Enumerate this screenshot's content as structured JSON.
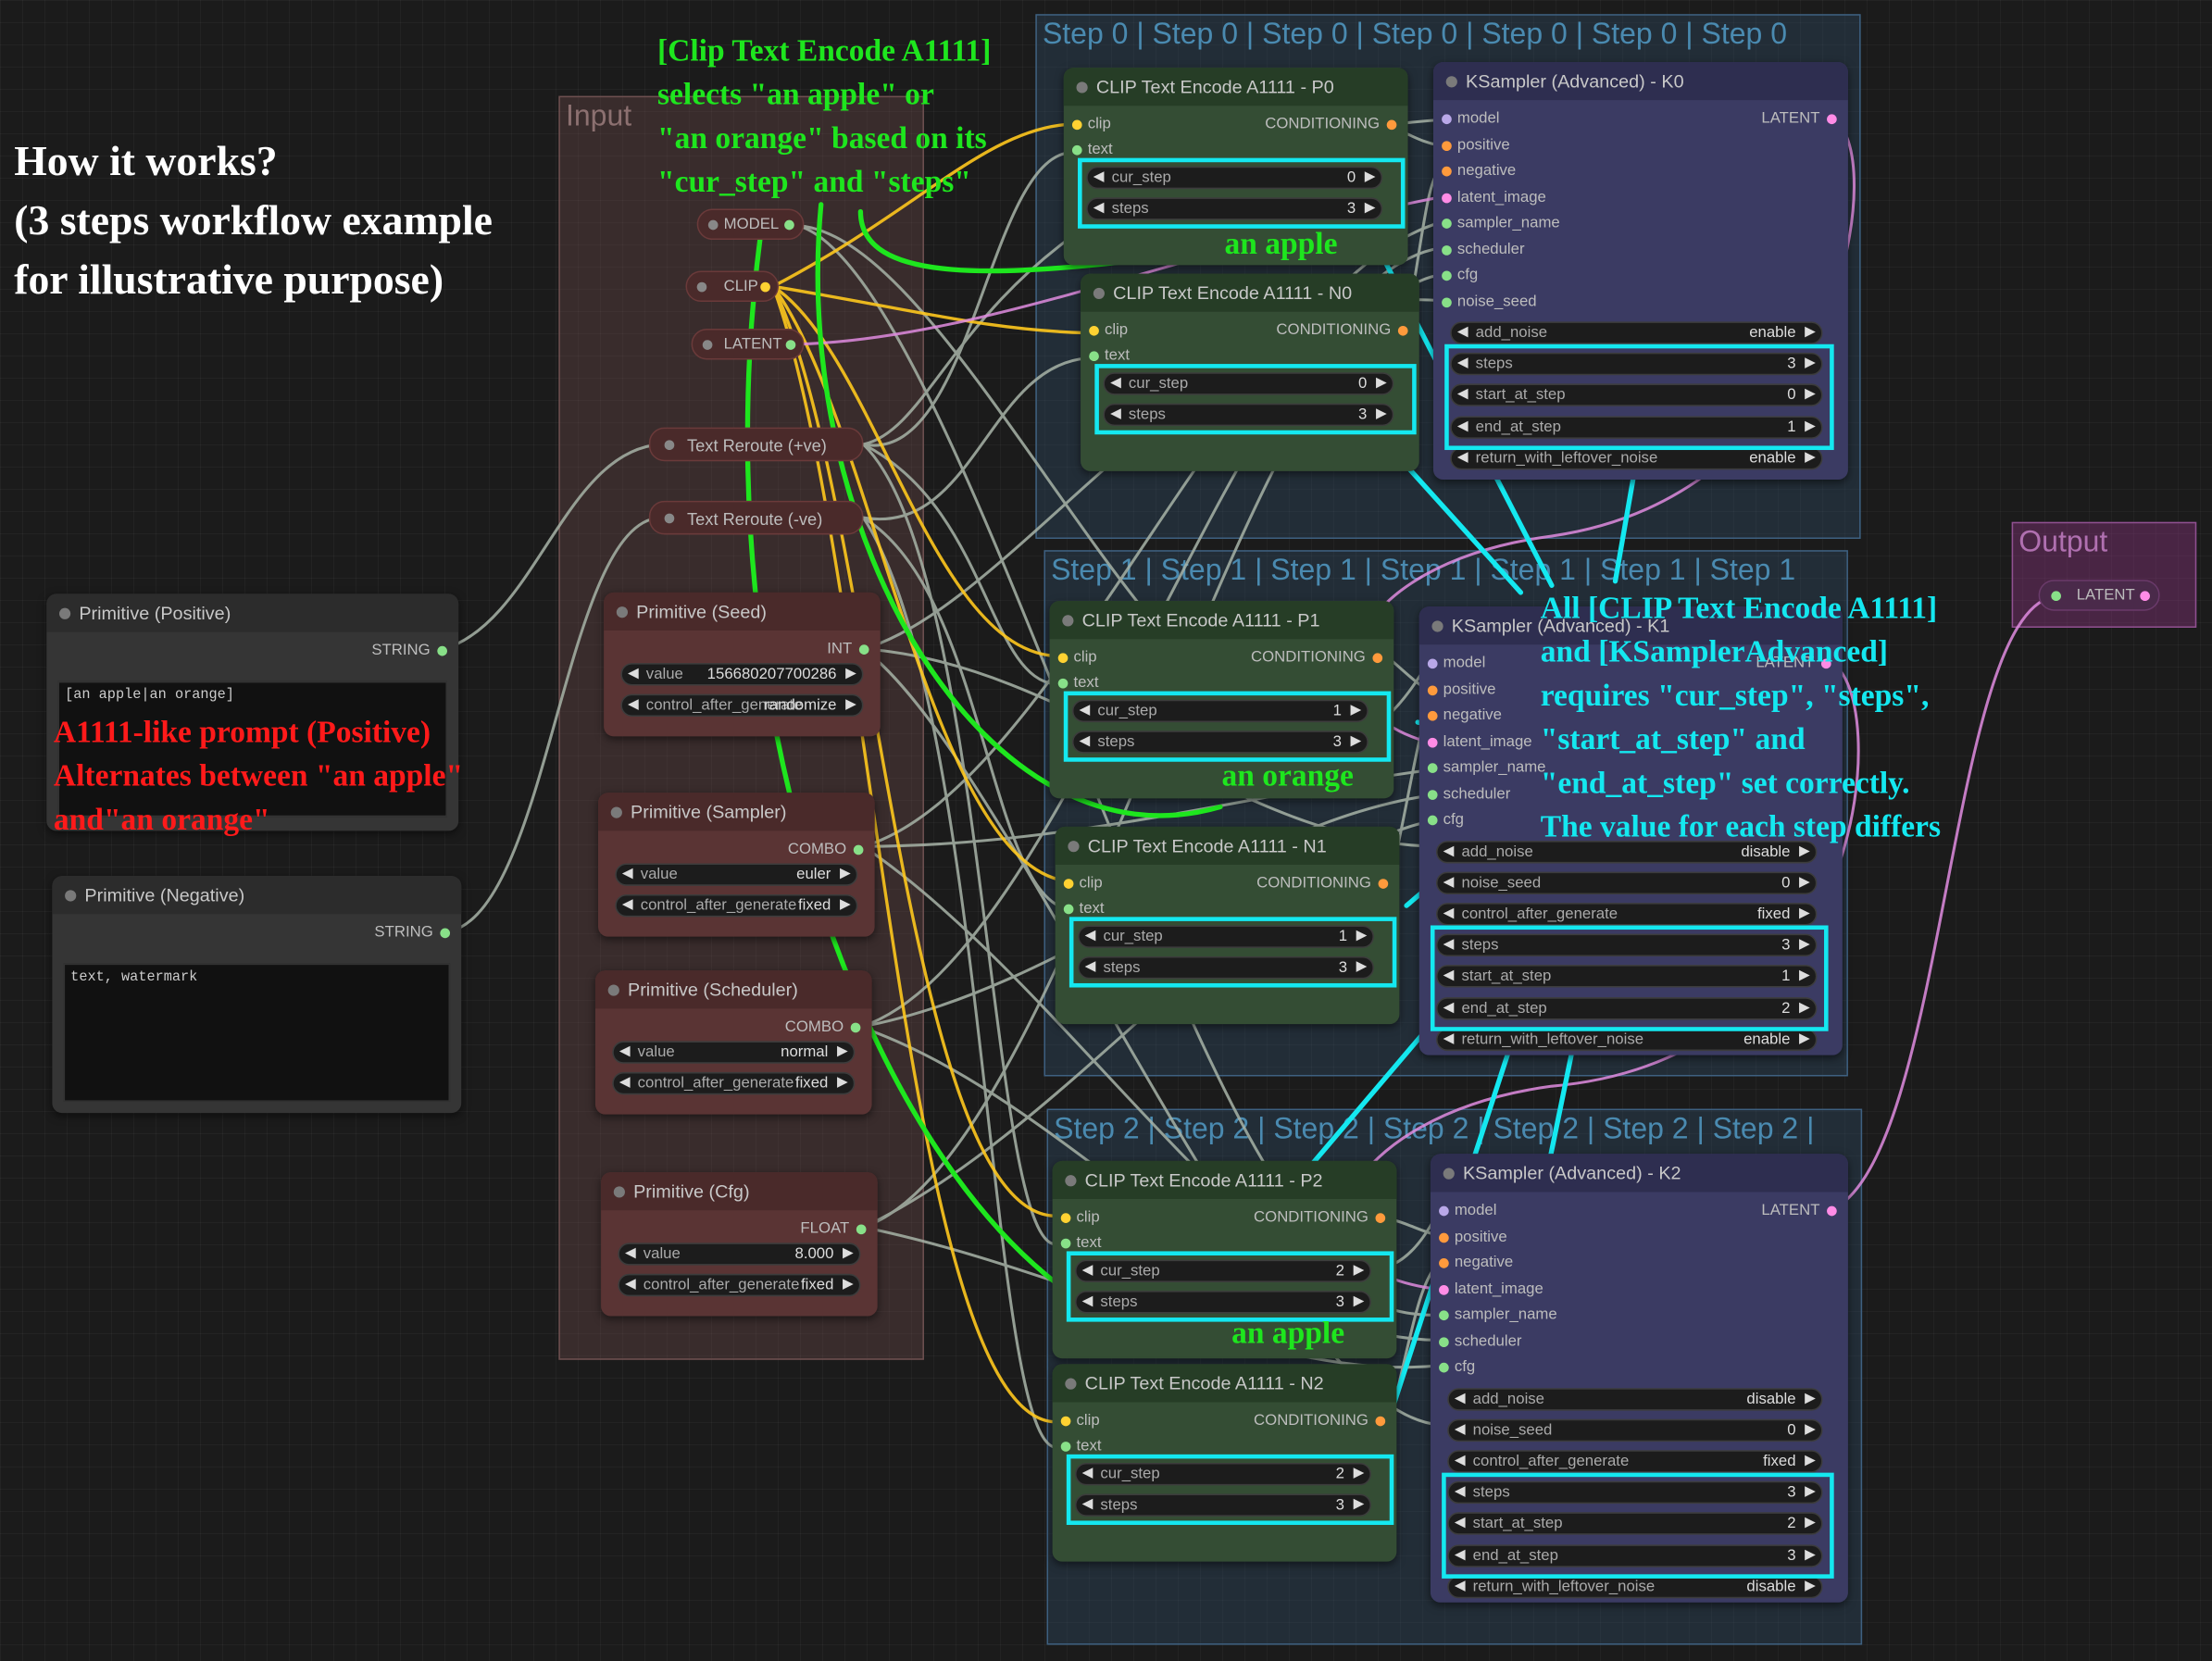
{
  "groups": {
    "input": "Input",
    "step0": "Step 0 | Step 0 | Step 0 | Step 0 | Step 0 | Step 0 | Step 0",
    "step1": "Step 1 | Step 1 | Step 1 | Step 1 | Step 1 | Step 1 | Step 1",
    "step2": "Step 2 | Step 2 | Step 2 | Step 2 | Step 2 | Step 2 | Step 2 |",
    "output": "Output"
  },
  "reroutes": {
    "model": "MODEL",
    "clip": "CLIP",
    "latent": "LATENT"
  },
  "nodes": {
    "text_reroute_pos": "Text Reroute (+ve)",
    "text_reroute_neg": "Text Reroute (-ve)",
    "prim_positive": {
      "title": "Primitive (Positive)",
      "out": "STRING",
      "text": "[an apple|an orange]"
    },
    "prim_negative": {
      "title": "Primitive (Negative)",
      "out": "STRING",
      "text": "text, watermark"
    },
    "prim_seed": {
      "title": "Primitive (Seed)",
      "out": "INT",
      "w1n": "value",
      "w1v": "156680207700286",
      "w2n": "control_after_generate",
      "w2v": "randomize"
    },
    "prim_sampler": {
      "title": "Primitive (Sampler)",
      "out": "COMBO",
      "w1n": "value",
      "w1v": "euler",
      "w2n": "control_after_generate",
      "w2v": "fixed"
    },
    "prim_scheduler": {
      "title": "Primitive (Scheduler)",
      "out": "COMBO",
      "w1n": "value",
      "w1v": "normal",
      "w2n": "control_after_generate",
      "w2v": "fixed"
    },
    "prim_cfg": {
      "title": "Primitive (Cfg)",
      "out": "FLOAT",
      "w1n": "value",
      "w1v": "8.000",
      "w2n": "control_after_generate",
      "w2v": "fixed"
    },
    "output_latent": "LATENT"
  },
  "clip_labels": {
    "clip": "clip",
    "text": "text",
    "conditioning": "CONDITIONING",
    "cur_step": "cur_step",
    "steps": "steps"
  },
  "clip_nodes": [
    {
      "title": "CLIP Text Encode A1111 - P0",
      "cur_step": "0",
      "steps": "3"
    },
    {
      "title": "CLIP Text Encode A1111 - N0",
      "cur_step": "0",
      "steps": "3"
    },
    {
      "title": "CLIP Text Encode A1111 - P1",
      "cur_step": "1",
      "steps": "3"
    },
    {
      "title": "CLIP Text Encode A1111 - N1",
      "cur_step": "1",
      "steps": "3"
    },
    {
      "title": "CLIP Text Encode A1111 - P2",
      "cur_step": "2",
      "steps": "3"
    },
    {
      "title": "CLIP Text Encode A1111 - N2",
      "cur_step": "2",
      "steps": "3"
    }
  ],
  "ks_labels": {
    "model": "model",
    "positive": "positive",
    "negative": "negative",
    "latent_image": "latent_image",
    "sampler_name": "sampler_name",
    "scheduler": "scheduler",
    "cfg": "cfg",
    "noise_seed": "noise_seed",
    "latent": "LATENT"
  },
  "ksamplers": [
    {
      "title": "KSampler (Advanced) - K0",
      "widgets": [
        [
          "add_noise",
          "enable"
        ],
        [
          "steps",
          "3"
        ],
        [
          "start_at_step",
          "0"
        ],
        [
          "end_at_step",
          "1"
        ],
        [
          "return_with_leftover_noise",
          "enable"
        ]
      ]
    },
    {
      "title": "KSampler (Advanced) - K1",
      "widgets": [
        [
          "add_noise",
          "disable"
        ],
        [
          "noise_seed",
          "0"
        ],
        [
          "control_after_generate",
          "fixed"
        ],
        [
          "steps",
          "3"
        ],
        [
          "start_at_step",
          "1"
        ],
        [
          "end_at_step",
          "2"
        ],
        [
          "return_with_leftover_noise",
          "enable"
        ]
      ]
    },
    {
      "title": "KSampler (Advanced) - K2",
      "widgets": [
        [
          "add_noise",
          "disable"
        ],
        [
          "noise_seed",
          "0"
        ],
        [
          "control_after_generate",
          "fixed"
        ],
        [
          "steps",
          "3"
        ],
        [
          "start_at_step",
          "2"
        ],
        [
          "end_at_step",
          "3"
        ],
        [
          "return_with_leftover_noise",
          "disable"
        ]
      ]
    }
  ],
  "annotations": {
    "how": [
      "How it works?",
      "(3 steps workflow example",
      "for illustrative purpose)"
    ],
    "positive": [
      "A1111-like prompt (Positive)",
      "Alternates between \"an apple\"",
      "and\"an orange\""
    ],
    "clip_select": [
      "[Clip Text Encode A1111]",
      "selects \"an apple\" or",
      "\"an orange\" based on its",
      "\"cur_step\" and \"steps\""
    ],
    "apple1": "an apple",
    "orange": "an orange",
    "apple2": "an apple",
    "requires": [
      "All [CLIP Text Encode A1111]",
      "and [KSamplerAdvanced]",
      "requires \"cur_step\", \"steps\",",
      "\"start_at_step\" and",
      "\"end_at_step\" set correctly.",
      "The value for each step differs"
    ]
  },
  "colors": {
    "green_annot": "#1ee61e",
    "red_annot": "#ff1a1a",
    "cyan_annot": "#14e8f0",
    "clip_node": "#344d34",
    "ksampler_node": "#3b3b63",
    "primitive_node": "#5a3434",
    "wire_clip": "#ffc81e",
    "wire_latent": "#ff8ce6",
    "wire_gray": "#a0b0a0"
  }
}
